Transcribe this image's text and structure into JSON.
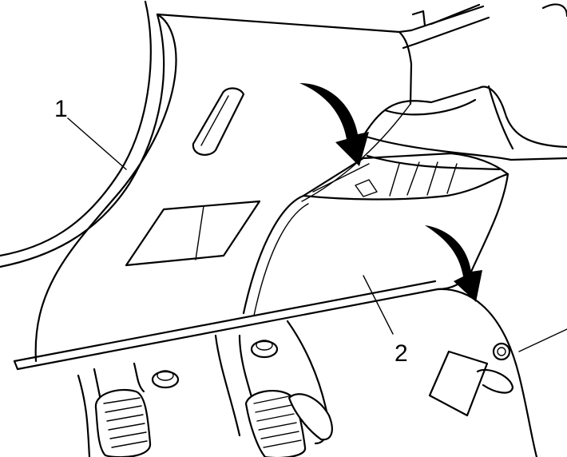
{
  "figure": {
    "callouts": [
      {
        "id": "1",
        "text": "1"
      },
      {
        "id": "2",
        "text": "2"
      }
    ],
    "arrows": [
      "release-arrow-upper",
      "release-arrow-lower"
    ],
    "line_color": "#000000",
    "background": "#ffffff"
  }
}
